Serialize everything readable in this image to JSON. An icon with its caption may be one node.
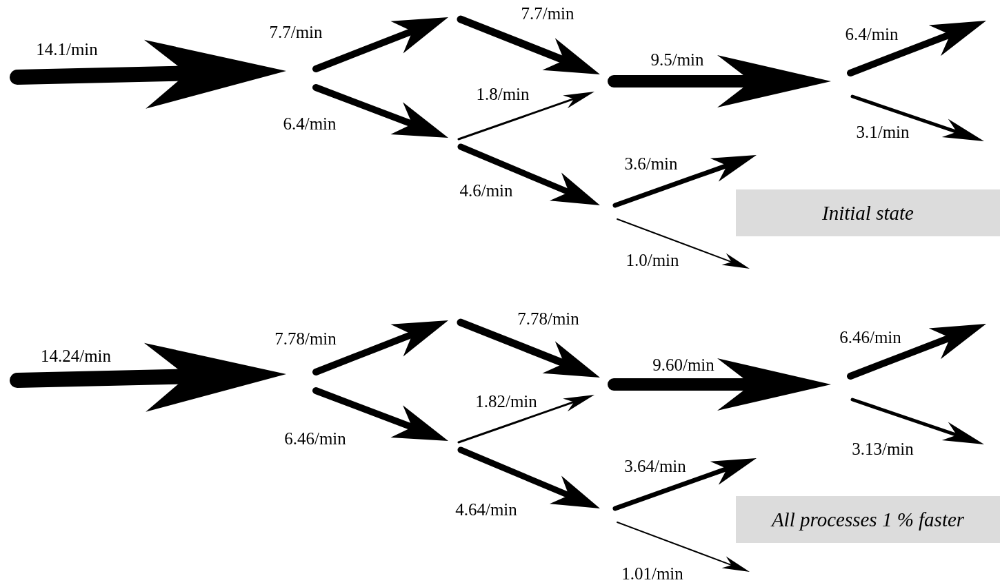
{
  "diagram": {
    "nodes": [
      {
        "text": [
          "Initial state"
        ]
      },
      {
        "text": [
          "All processes 1 % faster"
        ]
      }
    ],
    "labels": [
      "14.1/min",
      "7.7/min",
      "6.4/min",
      "7.7/min",
      "1.8/min",
      "4.6/min",
      "9.5/min",
      "3.6/min",
      "1.0/min",
      "6.4/min",
      "3.1/min",
      "14.24/min",
      "7.78/min",
      "6.46/min",
      "7.78/min",
      "1.82/min",
      "4.64/min",
      "9.60/min",
      "3.64/min",
      "1.01/min",
      "6.46/min",
      "3.13/min"
    ]
  }
}
